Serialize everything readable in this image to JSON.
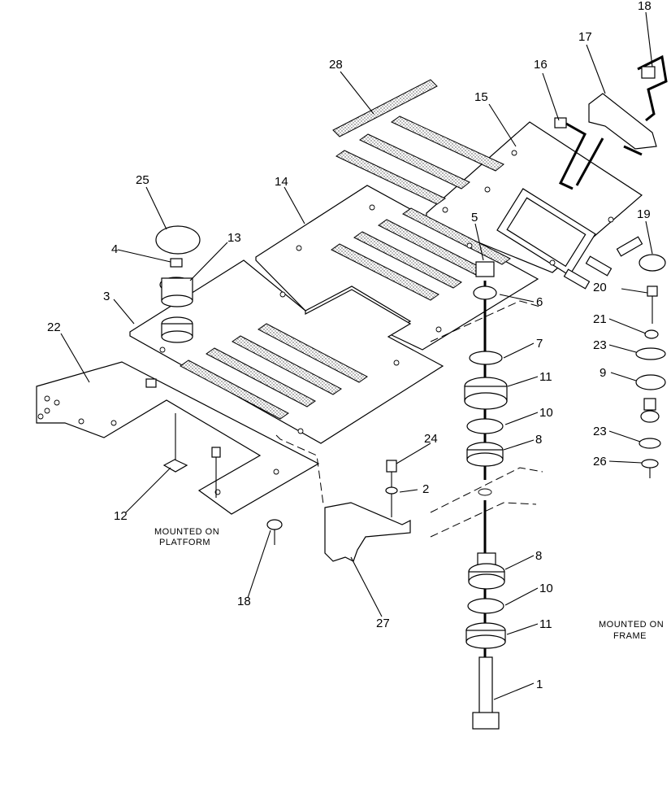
{
  "callouts": {
    "c1": "1",
    "c2": "2",
    "c3": "3",
    "c4": "4",
    "c5": "5",
    "c6": "6",
    "c7": "7",
    "c8a": "8",
    "c8b": "8",
    "c9": "9",
    "c10a": "10",
    "c10b": "10",
    "c11a": "11",
    "c11b": "11",
    "c12": "12",
    "c13": "13",
    "c14": "14",
    "c15": "15",
    "c16": "16",
    "c17": "17",
    "c18a": "18",
    "c18b": "18",
    "c19": "19",
    "c20": "20",
    "c21": "21",
    "c22": "22",
    "c23a": "23",
    "c23b": "23",
    "c24": "24",
    "c25": "25",
    "c26": "26",
    "c27": "27",
    "c28": "28"
  },
  "notes": {
    "platform_line1": "MOUNTED ON",
    "platform_line2": "PLATFORM",
    "frame_line1": "MOUNTED ON",
    "frame_line2": "FRAME"
  }
}
